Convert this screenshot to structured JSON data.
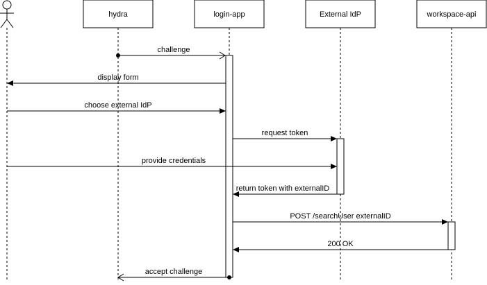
{
  "diagram": {
    "participants": [
      {
        "id": "actor",
        "label": ""
      },
      {
        "id": "hydra",
        "label": "hydra"
      },
      {
        "id": "login-app",
        "label": "login-app"
      },
      {
        "id": "external-idp",
        "label": "External IdP"
      },
      {
        "id": "workspace-api",
        "label": "workspace-api"
      }
    ],
    "messages": [
      {
        "label": "challenge",
        "from": "hydra",
        "to": "login-app"
      },
      {
        "label": "display form",
        "from": "login-app",
        "to": "actor"
      },
      {
        "label": "choose external IdP",
        "from": "actor",
        "to": "login-app"
      },
      {
        "label": "request token",
        "from": "login-app",
        "to": "external-idp"
      },
      {
        "label": "provide credentials",
        "from": "actor",
        "to": "external-idp"
      },
      {
        "label": "return token with externalID",
        "from": "external-idp",
        "to": "login-app"
      },
      {
        "label": "POST /searchUser externalID",
        "from": "login-app",
        "to": "workspace-api"
      },
      {
        "label": "200 OK",
        "from": "workspace-api",
        "to": "login-app"
      },
      {
        "label": "accept challenge",
        "from": "login-app",
        "to": "hydra"
      }
    ]
  }
}
